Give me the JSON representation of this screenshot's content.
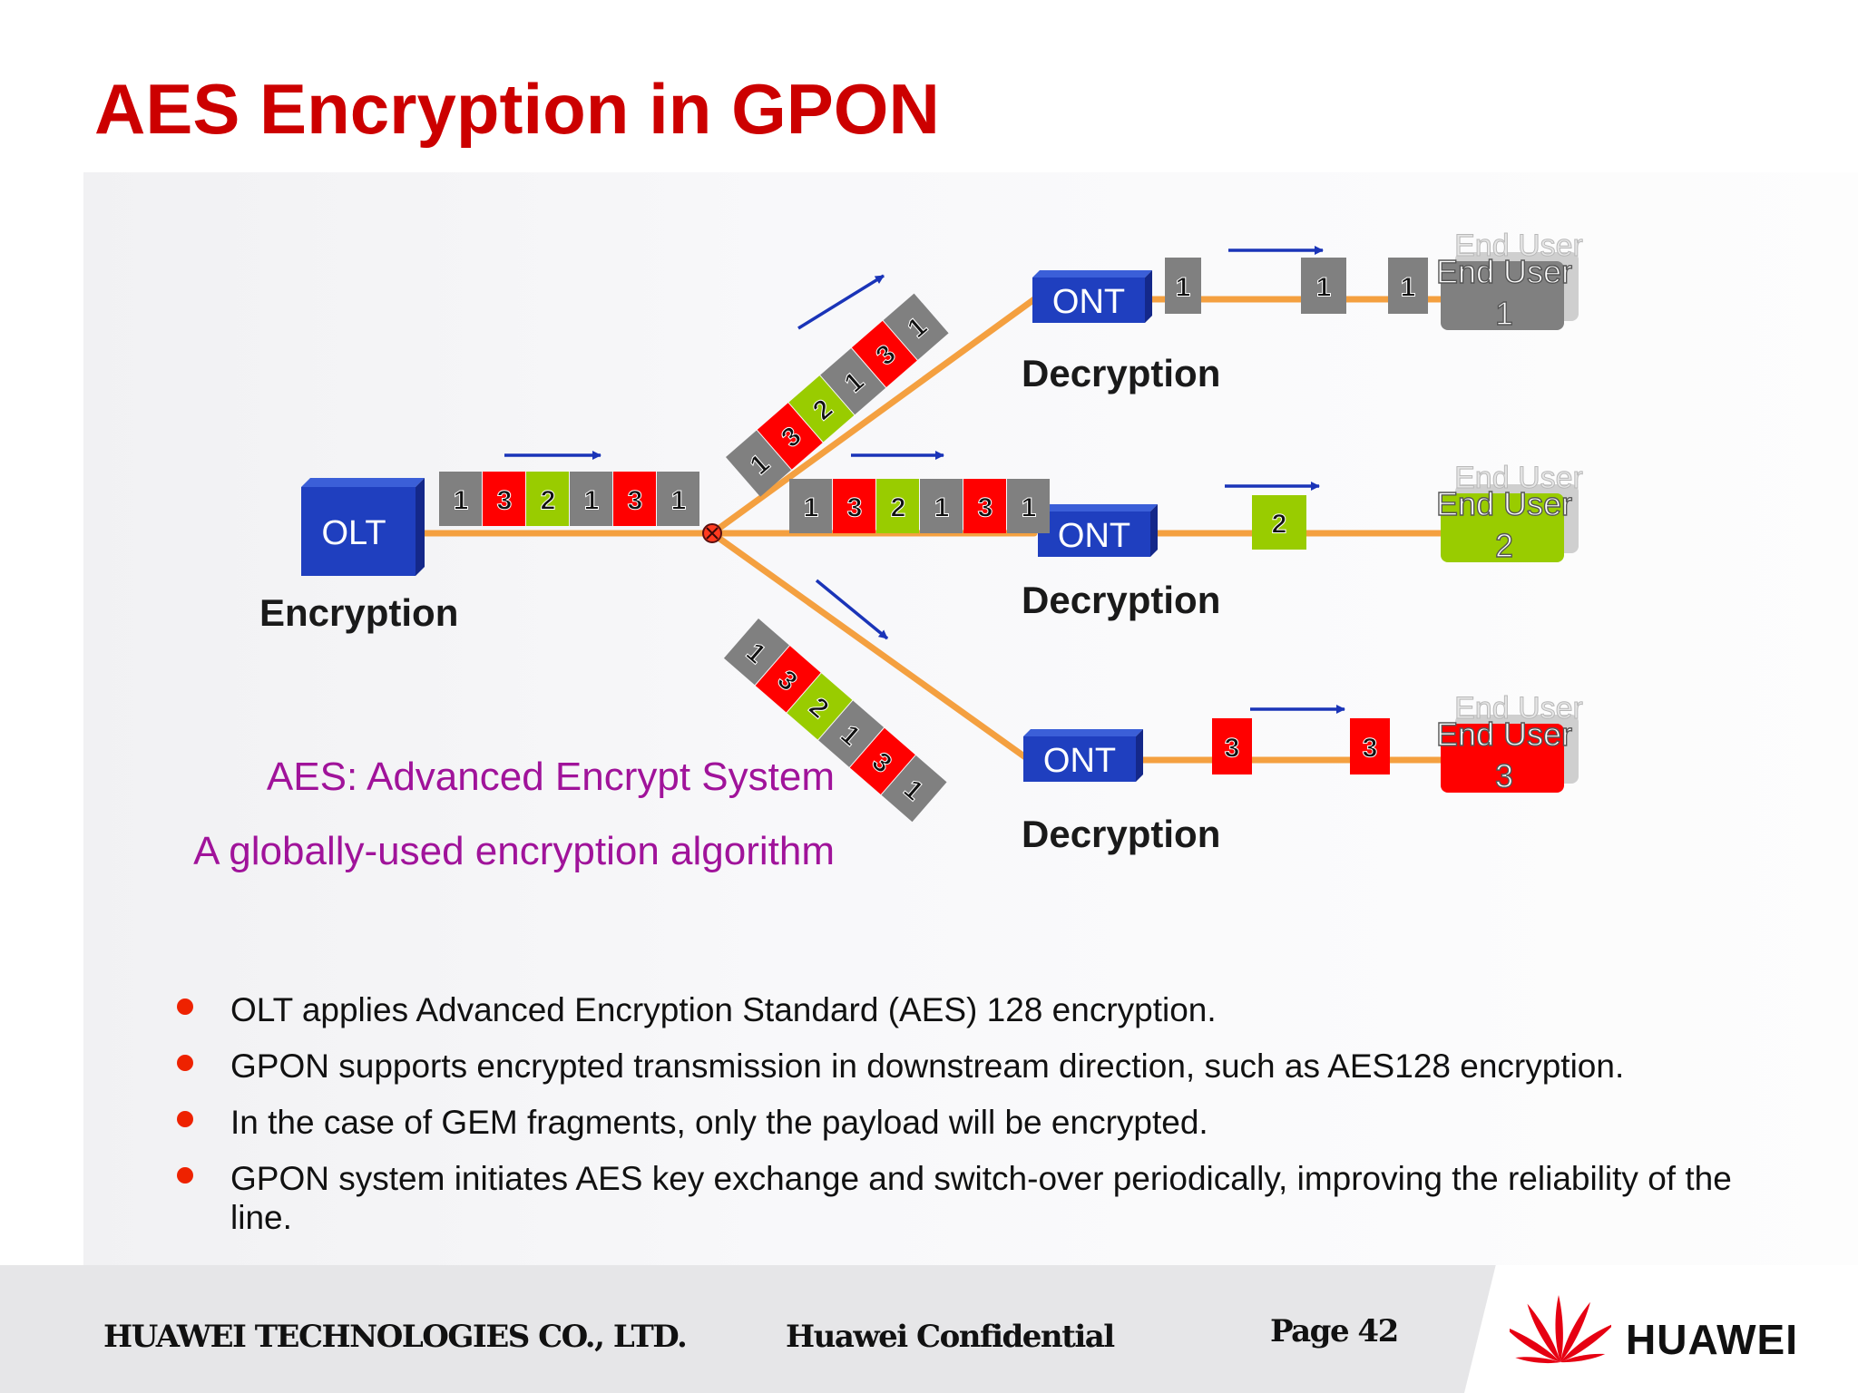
{
  "slide": {
    "title": "AES Encryption in GPON"
  },
  "diagram": {
    "olt_label": "OLT",
    "encryption_label": "Encryption",
    "ont_label": "ONT",
    "decryption_label": "Decryption",
    "downstream_frame": [
      "1",
      "3",
      "2",
      "1",
      "3",
      "1"
    ],
    "end_users": [
      {
        "label": "End User 1",
        "shadow_label": "End User",
        "packet": "1",
        "color": "#808080"
      },
      {
        "label": "End User 2",
        "shadow_label": "End User",
        "packet": "2",
        "color": "#99cc00"
      },
      {
        "label": "End User 3",
        "shadow_label": "End User",
        "packet": "3",
        "color": "#ff0000"
      }
    ],
    "packet_colors": {
      "1": "#808080",
      "2": "#99cc00",
      "3": "#ff0000"
    },
    "box_color": "#1f3fbf",
    "fiber_color": "#f4a040",
    "arrow_color": "#1a34b8"
  },
  "aes_note": {
    "line1": "AES: Advanced Encrypt System",
    "line2": "A globally-used encryption algorithm"
  },
  "bullets": [
    "OLT applies Advanced Encryption Standard (AES) 128 encryption.",
    "GPON supports encrypted transmission in downstream direction, such as AES128 encryption.",
    "In the case of GEM fragments, only the payload will be encrypted.",
    "GPON system initiates AES key exchange and switch-over periodically, improving the reliability of the line."
  ],
  "footer": {
    "company": "HUAWEI TECHNOLOGIES CO., LTD.",
    "confidential": "Huawei Confidential",
    "page": "Page  42",
    "logo_text": "HUAWEI"
  }
}
